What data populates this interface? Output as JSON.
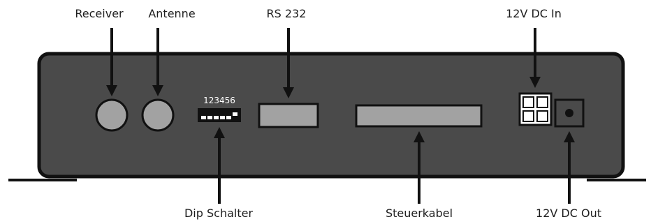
{
  "labels": {
    "receiver": "Receiver",
    "antenne": "Antenne",
    "rs232": "RS 232",
    "dc_in": "12V DC In",
    "dip": "Dip Schalter",
    "steuerkabel": "Steuerkabel",
    "dc_out": "12V DC Out"
  },
  "dip_numbers": "123456",
  "colors": {
    "housing": "#4a4a4a",
    "outline": "#111111",
    "port_gray": "#a2a2a2",
    "arrow": "#111111"
  }
}
